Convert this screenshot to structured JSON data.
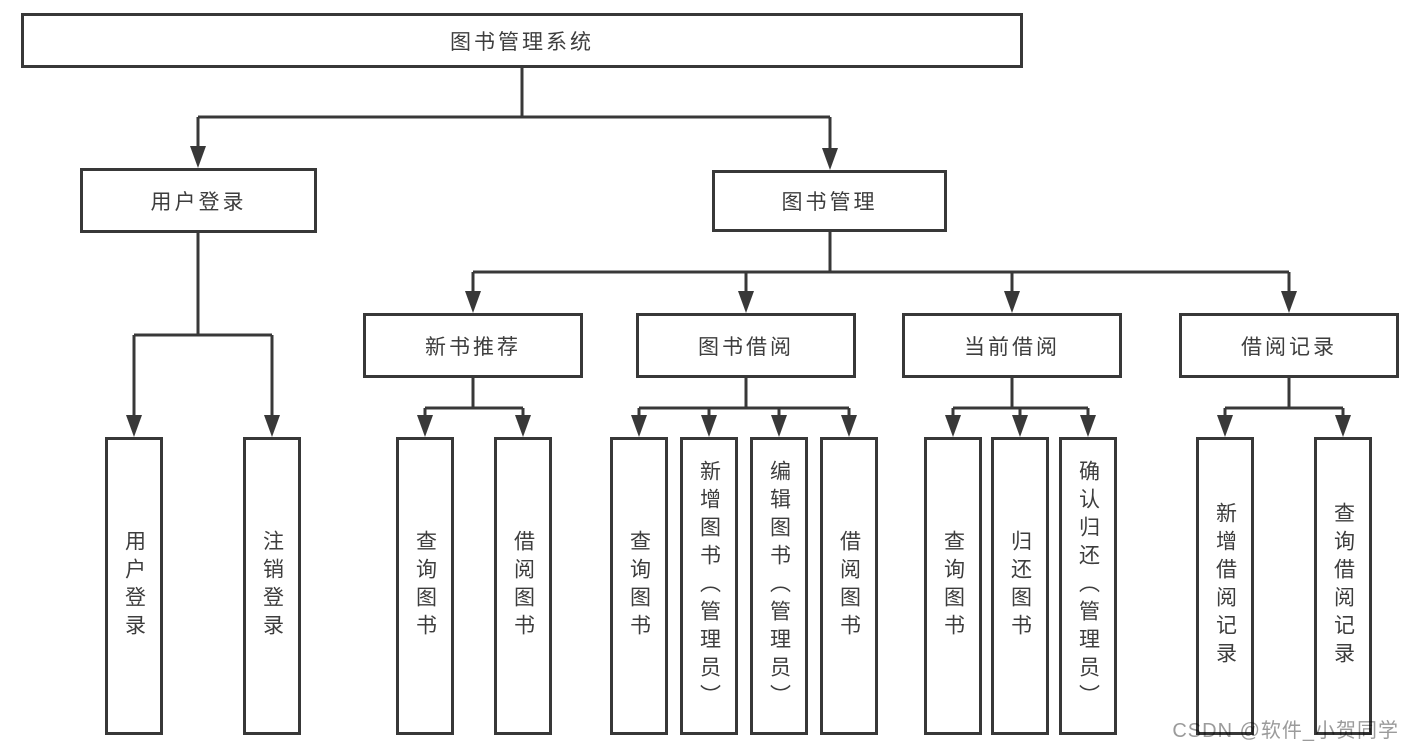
{
  "tree": {
    "root": "图书管理系统",
    "user_login": {
      "label": "用户登录",
      "children": [
        "用户登录",
        "注销登录"
      ]
    },
    "book_management": {
      "label": "图书管理",
      "branches": [
        {
          "label": "新书推荐",
          "children": [
            "查询图书",
            "借阅图书"
          ]
        },
        {
          "label": "图书借阅",
          "children": [
            "查询图书",
            "新增图书（管理员）",
            "编辑图书（管理员）",
            "借阅图书"
          ]
        },
        {
          "label": "当前借阅",
          "children": [
            "查询图书",
            "归还图书",
            "确认归还（管理员）"
          ]
        },
        {
          "label": "借阅记录",
          "children": [
            "新增借阅记录",
            "查询借阅记录"
          ]
        }
      ]
    }
  },
  "watermark": "CSDN @软件_小贺同学",
  "colors": {
    "line": "#383838",
    "text": "#3d3d3d",
    "watermark": "#9b9b9b",
    "background": "#ffffff"
  }
}
